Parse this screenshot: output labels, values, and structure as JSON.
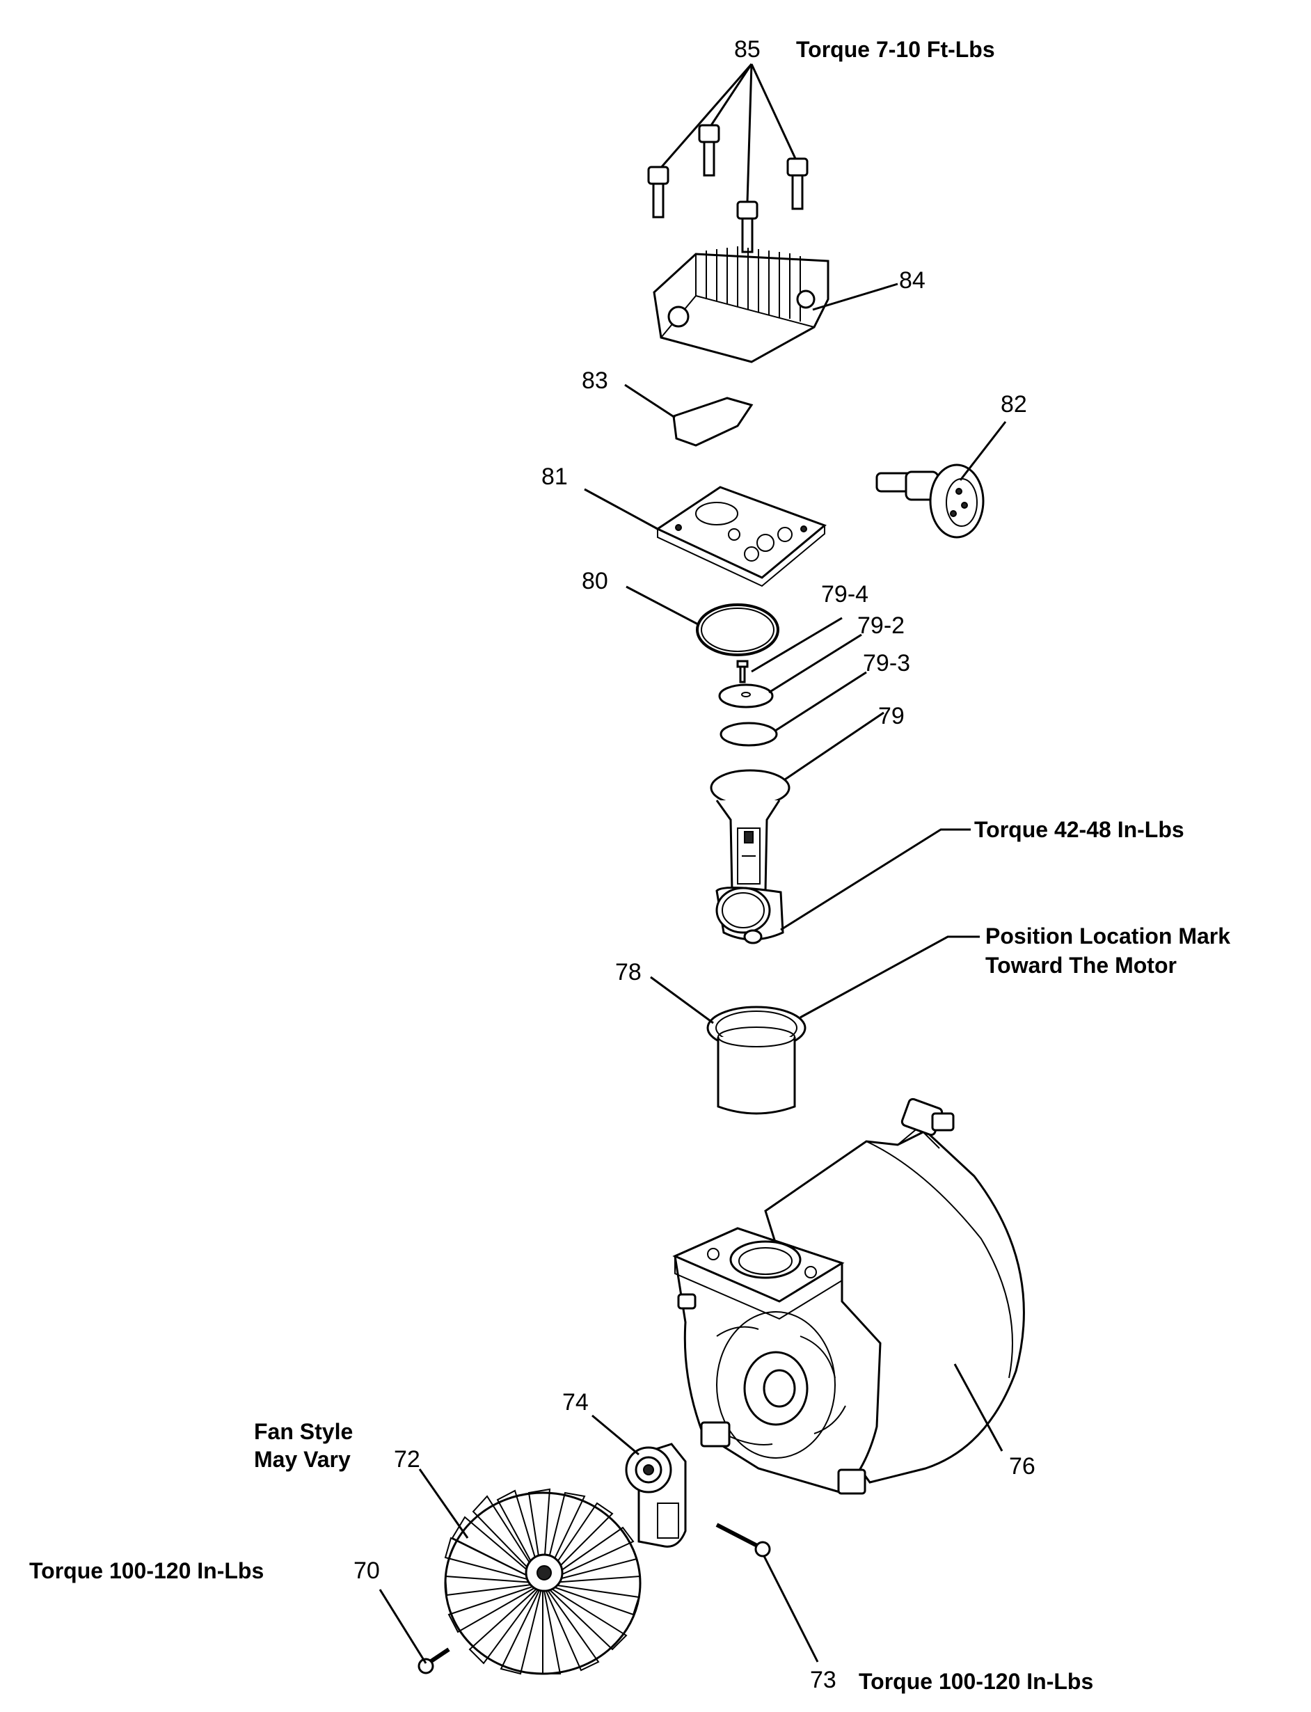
{
  "parts": {
    "p85": "85",
    "p84": "84",
    "p83": "83",
    "p82": "82",
    "p81": "81",
    "p80": "80",
    "p79_4": "79-4",
    "p79_2": "79-2",
    "p79_3": "79-3",
    "p79": "79",
    "p78": "78",
    "p76": "76",
    "p74": "74",
    "p73": "73",
    "p72": "72",
    "p70": "70"
  },
  "notes": {
    "torque_85": "Torque 7-10 Ft-Lbs",
    "torque_rod": "Torque 42-48 In-Lbs",
    "position_line1": "Position Location Mark",
    "position_line2": "Toward The Motor",
    "fan_line1": "Fan Style",
    "fan_line2": "May Vary",
    "torque_70": "Torque 100-120 In-Lbs",
    "torque_73": "Torque 100-120 In-Lbs"
  }
}
